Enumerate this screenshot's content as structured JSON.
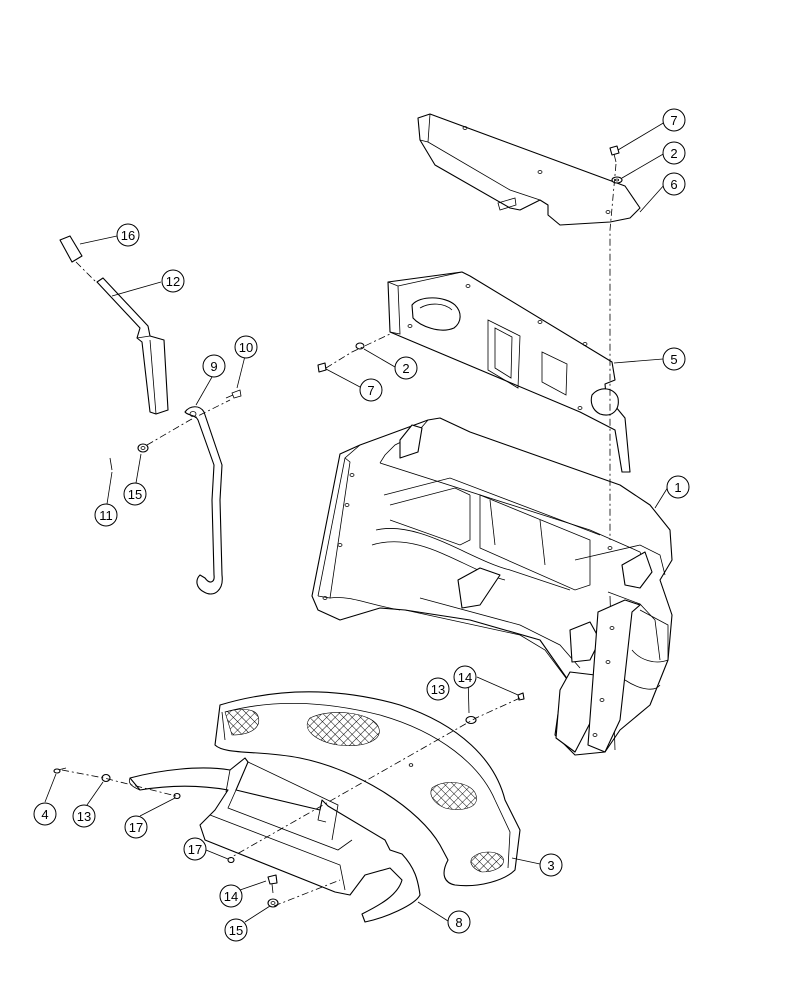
{
  "callouts": [
    {
      "id": "c1",
      "label": "1"
    },
    {
      "id": "c2a",
      "label": "2"
    },
    {
      "id": "c2b",
      "label": "2"
    },
    {
      "id": "c3",
      "label": "3"
    },
    {
      "id": "c4",
      "label": "4"
    },
    {
      "id": "c5",
      "label": "5"
    },
    {
      "id": "c6",
      "label": "6"
    },
    {
      "id": "c7a",
      "label": "7"
    },
    {
      "id": "c7b",
      "label": "7"
    },
    {
      "id": "c8",
      "label": "8"
    },
    {
      "id": "c9",
      "label": "9"
    },
    {
      "id": "c10",
      "label": "10"
    },
    {
      "id": "c11",
      "label": "11"
    },
    {
      "id": "c12",
      "label": "12"
    },
    {
      "id": "c13a",
      "label": "13"
    },
    {
      "id": "c13b",
      "label": "13"
    },
    {
      "id": "c14a",
      "label": "14"
    },
    {
      "id": "c14b",
      "label": "14"
    },
    {
      "id": "c15a",
      "label": "15"
    },
    {
      "id": "c15b",
      "label": "15"
    },
    {
      "id": "c16",
      "label": "16"
    },
    {
      "id": "c17a",
      "label": "17"
    },
    {
      "id": "c17b",
      "label": "17"
    }
  ]
}
